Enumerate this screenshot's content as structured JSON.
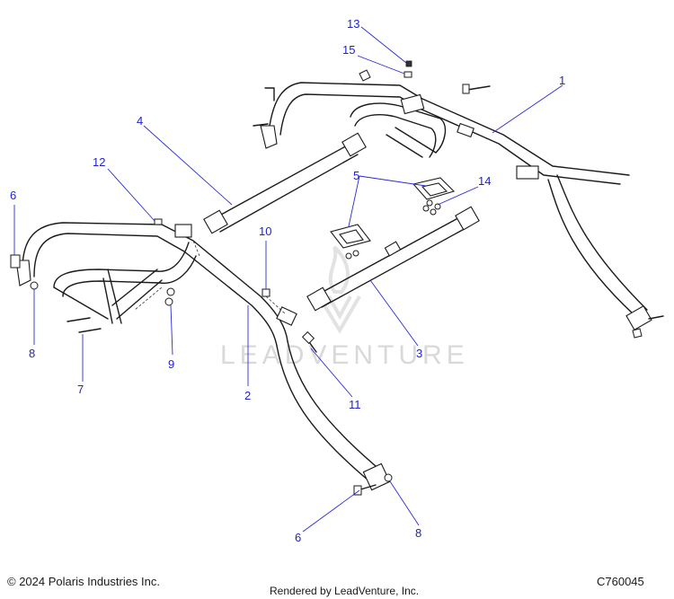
{
  "callouts": {
    "c1": "1",
    "c2": "2",
    "c3": "3",
    "c4": "4",
    "c5": "5",
    "c6a": "6",
    "c6b": "6",
    "c7": "7",
    "c8a": "8",
    "c8b": "8",
    "c9": "9",
    "c10": "10",
    "c11": "11",
    "c12": "12",
    "c13": "13",
    "c14": "14",
    "c15": "15"
  },
  "watermark": {
    "text": "LEADVENTURE"
  },
  "footer": {
    "copyright": "© 2024 Polaris Industries Inc.",
    "rendered_by": "Rendered by LeadVenture, Inc.",
    "figure_code": "C760045"
  },
  "colors": {
    "callout": "#1f1fd1",
    "line": "#1a1a1a",
    "watermark": "#d9d9d9"
  }
}
